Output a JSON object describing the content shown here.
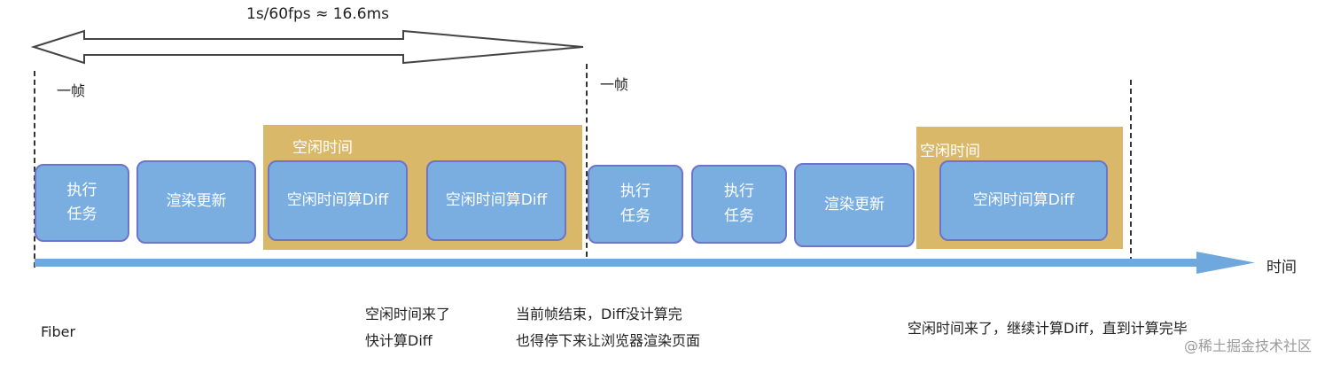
{
  "header": {
    "fps_label": "1s/60fps ≈ 16.6ms"
  },
  "frames": {
    "frame1_label": "一帧",
    "frame2_label": "一帧"
  },
  "idle_regions": {
    "idle1_label": "空闲时间",
    "idle2_label": "空闲时间"
  },
  "tasks": {
    "t1_line1": "执行",
    "t1_line2": "任务",
    "t2": "渲染更新",
    "t3": "空闲时间算Diff",
    "t4": "空闲时间算Diff",
    "t5_line1": "执行",
    "t5_line2": "任务",
    "t6_line1": "执行",
    "t6_line2": "任务",
    "t7": "渲染更新",
    "t8": "空闲时间算Diff"
  },
  "timeline": {
    "axis_label": "时间"
  },
  "notes": {
    "fiber_label": "Fiber",
    "note1_line1": "空闲时间来了",
    "note1_line2": "快计算Diff",
    "note2_line1": "当前帧结束，Diff没计算完",
    "note2_line2": "也得停下来让浏览器渲染页面",
    "note3": "空闲时间来了，继续计算Diff，直到计算完毕"
  },
  "watermark": {
    "text": "@稀土掘金技术社区"
  },
  "colors": {
    "task_fill": "#7aaee0",
    "task_border": "#6d74c9",
    "idle_fill": "#d9b86a",
    "axis": "#6ea8dc"
  }
}
